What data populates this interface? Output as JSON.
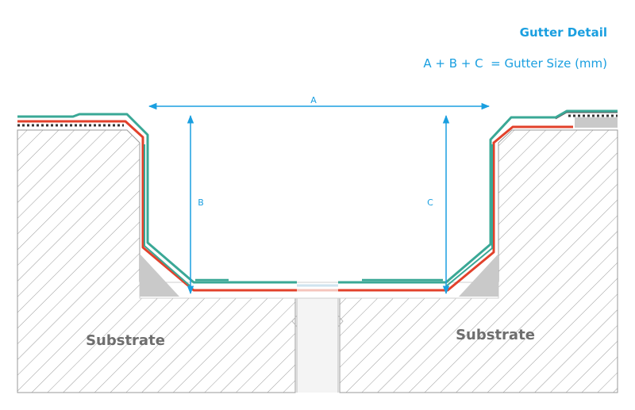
{
  "title": "Gutter Detail",
  "formula": "A + B + C  = Gutter Size (mm)",
  "dimensions": {
    "a": "A",
    "b": "B",
    "c": "C"
  },
  "substrate_left": "Substrate",
  "substrate_right": "Substrate",
  "colors": {
    "accent": "#1a9fe0",
    "membrane_red": "#e2412b",
    "membrane_green": "#3aa896",
    "substrate_text": "#6e6e6e",
    "hatch": "#9a9a9a",
    "fillet": "#c9c9c9"
  }
}
